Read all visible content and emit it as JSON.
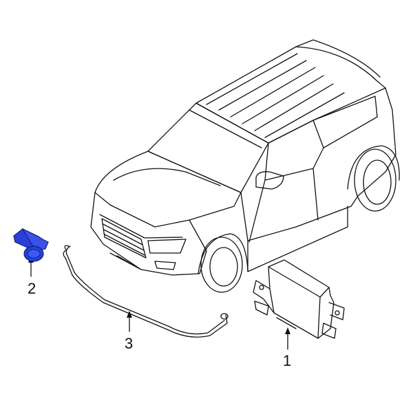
{
  "diagram": {
    "callouts": [
      {
        "id": "1",
        "label": "1"
      },
      {
        "id": "2",
        "label": "2"
      },
      {
        "id": "3",
        "label": "3"
      }
    ],
    "colors": {
      "line": "#111111",
      "background": "#ffffff",
      "highlight": "#2b3fd6",
      "highlight_dark": "#13208a"
    }
  }
}
